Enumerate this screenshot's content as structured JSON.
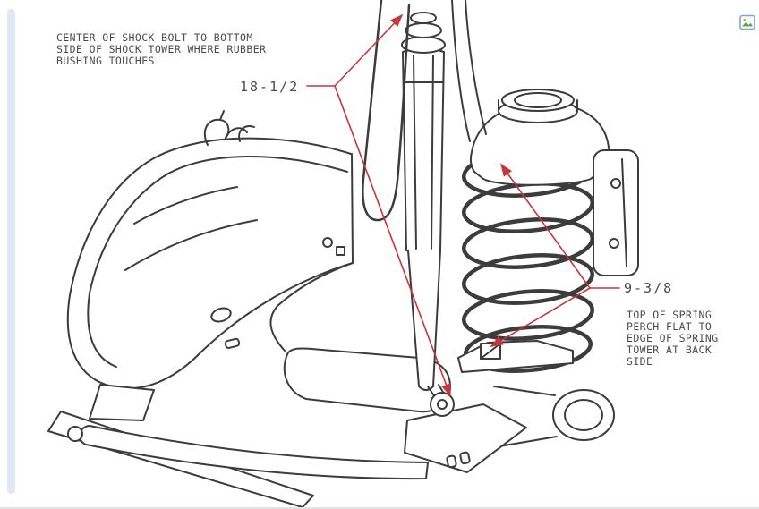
{
  "page": {
    "accent_bar_color": "#dfe9f3",
    "border_color": "#e3e3e3",
    "background": "#ffffff"
  },
  "diagram": {
    "line_color": "#3c3c3c",
    "leader_color": "#c9343a",
    "text_color": "#4c4c4c",
    "notes": {
      "shock_note_lines": [
        "CENTER OF SHOCK BOLT TO BOTTOM",
        "SIDE OF SHOCK TOWER WHERE RUBBER",
        "BUSHING TOUCHES"
      ],
      "spring_note_lines": [
        "TOP OF SPRING",
        "PERCH FLAT TO",
        "EDGE OF SPRING",
        "TOWER AT BACK",
        "SIDE"
      ]
    },
    "dimensions": {
      "shock_length": "18-1/2",
      "spring_height": "9-3/8"
    }
  },
  "icons": {
    "corner": "image-icon"
  }
}
